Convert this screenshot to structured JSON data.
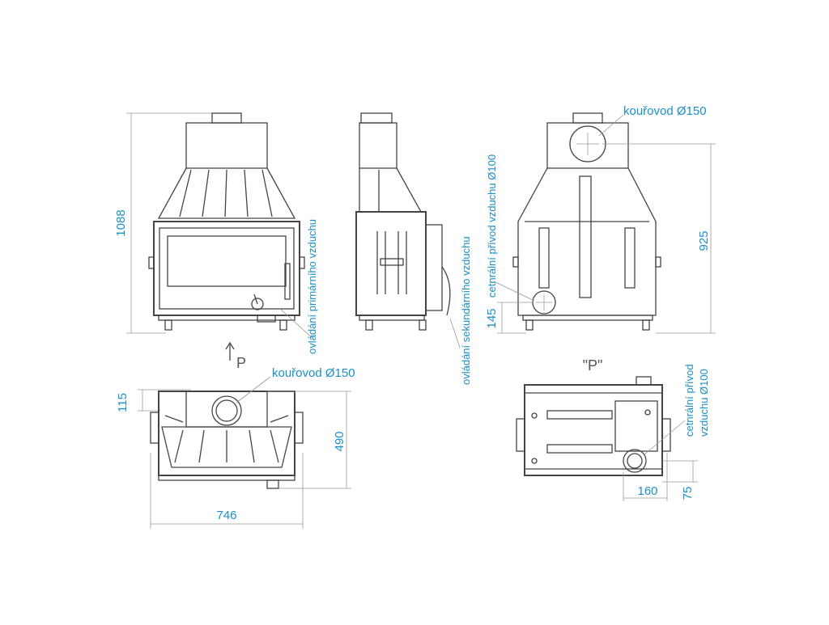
{
  "dimensions": {
    "height_total": "1088",
    "depth_top": "115",
    "depth_total": "490",
    "width_total": "746",
    "side_height": "925",
    "side_bottom": "145",
    "duct_offset_x": "160",
    "duct_offset_y": "75"
  },
  "labels": {
    "primary_air": "ovládání primárního vzduchu",
    "secondary_air": "ovládání sekundárního vzduchu",
    "central_air_back": "cetnrální přívod vzduchu Ø100",
    "flue_back": "kouřovod Ø150",
    "flue_top": "kouřovod Ø150",
    "view_marker": "P",
    "view_title": "\"P\"",
    "central_air_bottom_line1": "cetnrální přívod",
    "central_air_bottom_line2": "vzduchu Ø100"
  },
  "colors": {
    "dimension_text": "#1a8fc9",
    "drawing_lines": "#444444"
  }
}
